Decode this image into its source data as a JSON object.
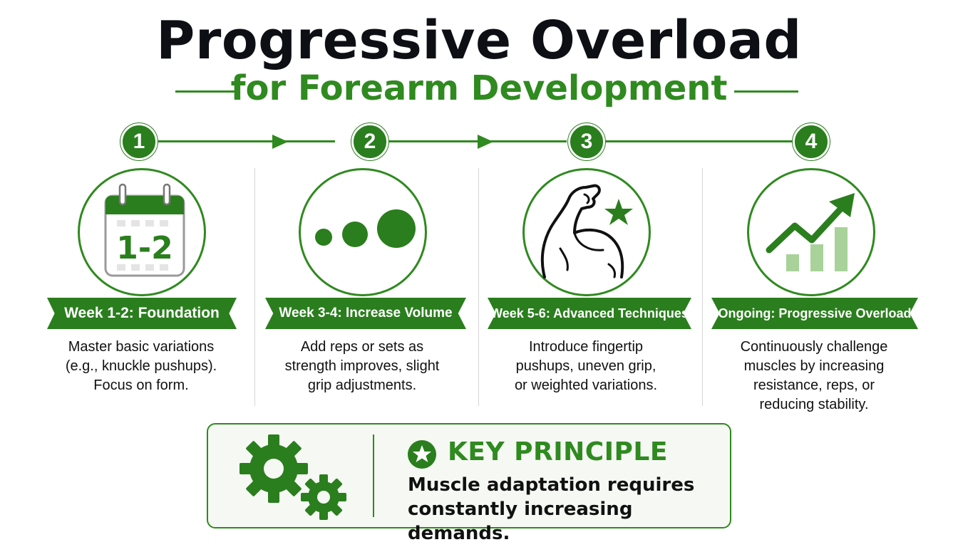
{
  "header": {
    "title": "Progressive Overload",
    "subtitle": "for Forearm Development"
  },
  "steps": [
    {
      "number": "1",
      "icon": "calendar-icon",
      "icon_text": "1-2",
      "label": "Week 1-2: Foundation",
      "description": [
        "Master basic variations",
        "(e.g., knuckle pushups).",
        "Focus on form."
      ]
    },
    {
      "number": "2",
      "icon": "growing-dots-icon",
      "label": "Week 3-4: Increase Volume",
      "description": [
        "Add reps or sets as",
        "strength improves, slight",
        "grip adjustments."
      ]
    },
    {
      "number": "3",
      "icon": "flexed-arm-star-icon",
      "label": "Week 5-6: Advanced Techniques",
      "description": [
        "Introduce fingertip",
        "pushups, uneven grip,",
        "or weighted variations."
      ]
    },
    {
      "number": "4",
      "icon": "growth-chart-icon",
      "label": "Ongoing: Progressive Overload",
      "description": [
        "Continuously challenge",
        "muscles by increasing",
        "resistance, reps, or",
        "reducing stability."
      ]
    }
  ],
  "principle": {
    "icon": "gears-icon",
    "badge_icon": "star-badge-icon",
    "title": "KEY PRINCIPLE",
    "text": [
      "Muscle adaptation requires",
      "constantly increasing demands."
    ]
  },
  "colors": {
    "primary_green": "#2a7e1d",
    "accent_green": "#2f8a1f",
    "light_green": "#a8d29a",
    "title_dark": "#0d0f14"
  }
}
